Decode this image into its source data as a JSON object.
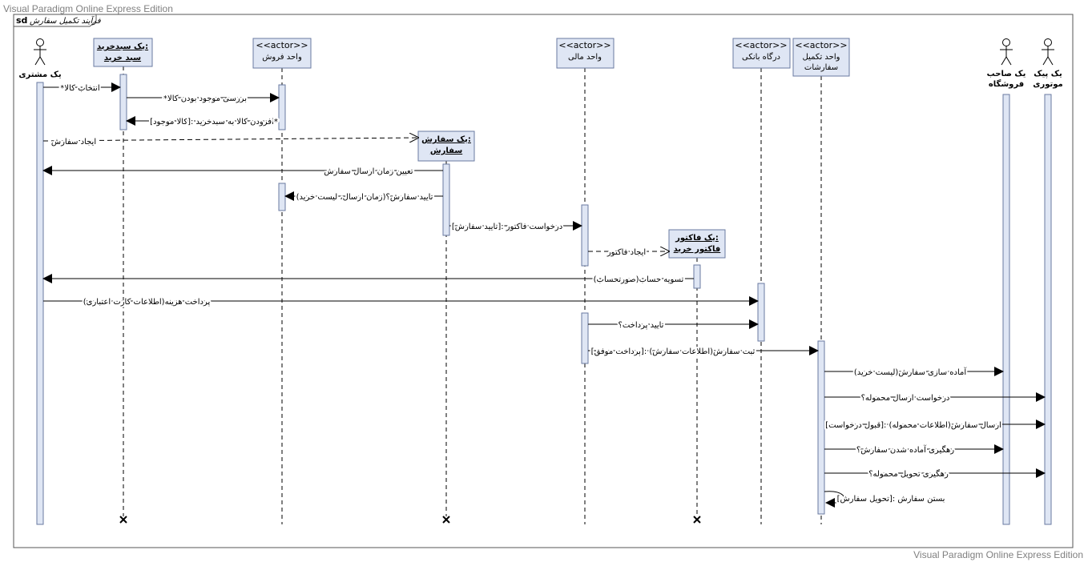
{
  "watermark": "Visual Paradigm Online Express Edition",
  "frame": {
    "tag": "sd",
    "title": "فرآیند تکمیل سفارش"
  },
  "colors": {
    "box_fill": "#dfe6f4",
    "box_stroke": "#6a7aa0",
    "line": "#000000",
    "text": "#000000"
  },
  "participants": [
    {
      "id": "customer",
      "kind": "actor",
      "name": "یک مشتری"
    },
    {
      "id": "cart",
      "kind": "object",
      "lines": [
        "یک سبدخرید:",
        "سبد خرید"
      ]
    },
    {
      "id": "sales",
      "kind": "actor-box",
      "stereotype": "<<actor>>",
      "lines": [
        "واحد فروش"
      ]
    },
    {
      "id": "order",
      "kind": "object",
      "lines": [
        "یک سفارش:",
        "سفارش"
      ]
    },
    {
      "id": "finance",
      "kind": "actor-box",
      "stereotype": "<<actor>>",
      "lines": [
        "واحد مالی"
      ]
    },
    {
      "id": "invoice",
      "kind": "object",
      "lines": [
        "یک فاکتور:",
        "فاکتور خرید"
      ]
    },
    {
      "id": "bank",
      "kind": "actor-box",
      "stereotype": "<<actor>>",
      "lines": [
        "درگاه بانکی"
      ]
    },
    {
      "id": "completion",
      "kind": "actor-box",
      "stereotype": "<<actor>>",
      "lines": [
        "واحد تکمیل",
        "سفارشات"
      ]
    },
    {
      "id": "owner",
      "kind": "actor",
      "lines": [
        "یک صاحب",
        "فروشگاه"
      ]
    },
    {
      "id": "courier",
      "kind": "actor",
      "lines": [
        "یک پیک",
        "موتوری"
      ]
    }
  ],
  "messages": [
    {
      "id": "m1",
      "label": "*انتخاب کالا"
    },
    {
      "id": "m2",
      "label": "*بررسی موجود بودن کالا"
    },
    {
      "id": "m3",
      "label": "[کالا موجود]: افزودن کالا به سبدخرید*"
    },
    {
      "id": "m4",
      "label": "ایجاد سفارش"
    },
    {
      "id": "m5",
      "label": "تعیین زمان ارسال سفارش"
    },
    {
      "id": "m6",
      "label": "تایید سفارش؟(زمان ارسال، لیست خرید)"
    },
    {
      "id": "m7",
      "label": "[تایید سفارش]: درخواست فاکتور"
    },
    {
      "id": "m8",
      "label": "ایجاد فاکتور"
    },
    {
      "id": "m9",
      "label": "تسویه حساب(صورتحساب)"
    },
    {
      "id": "m10",
      "label": "پرداخت هزینه(اطلاعات کارت اعتباری)"
    },
    {
      "id": "m11",
      "label": "تایید پرداخت؟"
    },
    {
      "id": "m12",
      "label": "[پرداخت موفق]: ثبت سفارش(اطلاعات سفارش)"
    },
    {
      "id": "m13",
      "label": "آماده سازی سفارش(لیست خرید)"
    },
    {
      "id": "m14",
      "label": "درخواست ارسال محموله؟"
    },
    {
      "id": "m15",
      "label": "[قبول درخواست]: ارسال سفارش(اطلاعات محموله)"
    },
    {
      "id": "m16",
      "label": "رهگیری آماده شدن سفارش؟"
    },
    {
      "id": "m17",
      "label": "رهگیری تحویل محموله؟"
    },
    {
      "id": "m18",
      "label": "[تحویل سفارش]: بستن سفارش"
    }
  ]
}
